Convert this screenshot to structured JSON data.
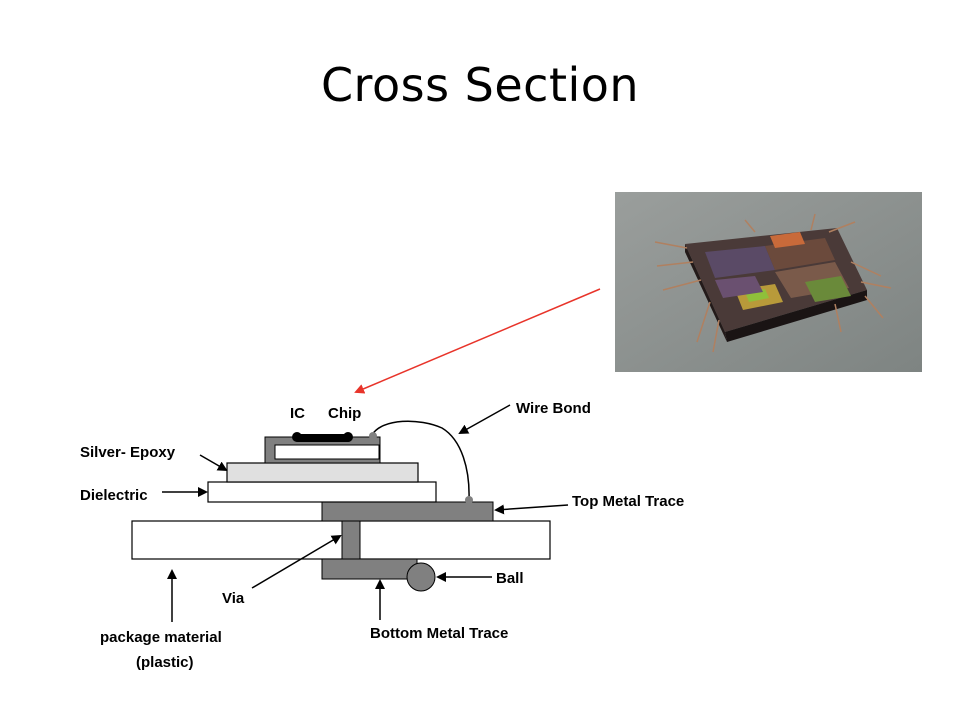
{
  "slide": {
    "title": "Cross Section"
  },
  "diagram": {
    "labels": {
      "ic": "IC",
      "chip": "Chip",
      "wire_bond": "Wire Bond",
      "silver_epoxy": "Silver- Epoxy",
      "dielectric": "Dielectric",
      "top_metal_trace": "Top Metal Trace",
      "via": "Via",
      "ball": "Ball",
      "bottom_metal_trace": "Bottom Metal Trace",
      "package_material": "package material",
      "plastic": "(plastic)"
    },
    "colors": {
      "metal": "#808080",
      "epoxy": "#e0e0e0",
      "pointer_arrow": "#e8342a",
      "chip_photo_bg": "#8c9090"
    }
  }
}
